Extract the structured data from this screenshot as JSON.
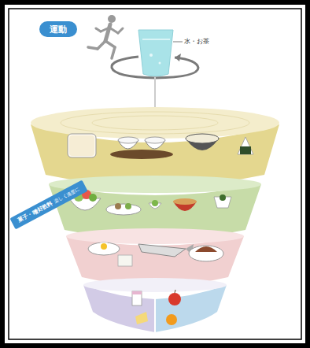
{
  "diagram": {
    "nodes": [
      {
        "text": [
          "運動"
        ]
      },
      {
        "text": [
          "菓子・嗜好飲料",
          "楽しく適度に"
        ]
      }
    ],
    "labels": [
      "水・お茶"
    ]
  }
}
